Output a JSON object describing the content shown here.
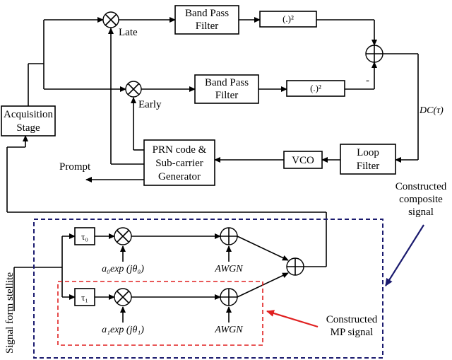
{
  "blocks": {
    "bpf_late": [
      "Band Pass",
      "Filter"
    ],
    "bpf_early": [
      "Band Pass",
      "Filter"
    ],
    "square_late": "(.)²",
    "square_early": "(.)²",
    "acquisition": [
      "Acquisition",
      "Stage"
    ],
    "prn": [
      "PRN code &",
      "Sub-carrier",
      "Generator"
    ],
    "vco": "VCO",
    "loop_filter": [
      "Loop",
      "Filter"
    ],
    "tau0": "τ₀",
    "tau1": "τ₁"
  },
  "labels": {
    "late": "Late",
    "early": "Early",
    "minus": "-",
    "dc": "DC(τ)",
    "prompt": "Prompt",
    "composite": [
      "Constructed",
      "composite",
      "signal"
    ],
    "mp": [
      "Constructed",
      "MP signal"
    ],
    "signal_from": "Signal form stellite",
    "awgn0": "AWGN",
    "awgn1": "AWGN",
    "a0": "a₀exp (jθ₀)",
    "a1": "a₁exp (jθ₁)"
  },
  "colors": {
    "composite_box": "#1a1a6e",
    "mp_box": "#e02020",
    "mp_arrow": "#e02020",
    "composite_arrow": "#1a1a6e"
  }
}
